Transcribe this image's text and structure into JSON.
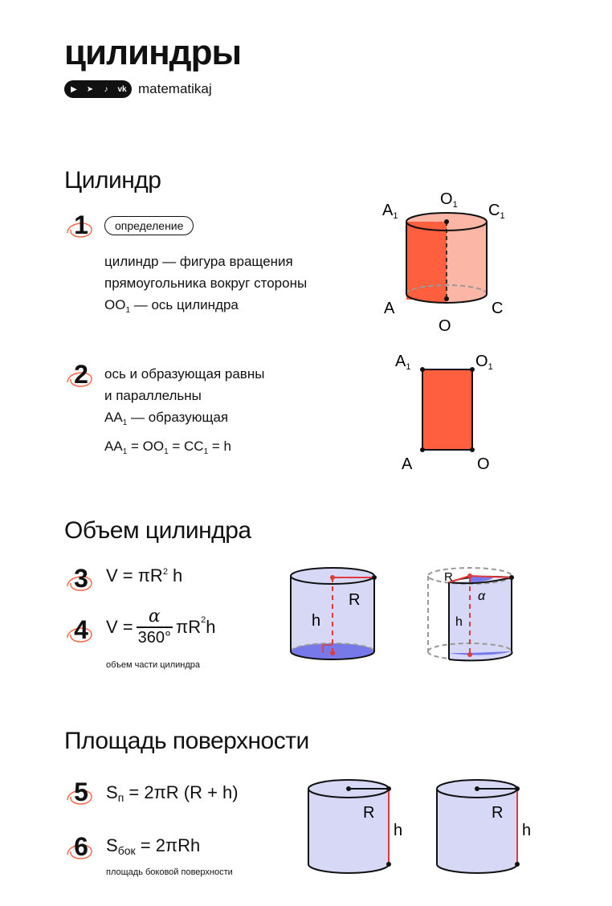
{
  "header": {
    "title": "цилиндры",
    "handle": "matematikaj",
    "social_icons": [
      "youtube-icon",
      "telegram-icon",
      "tiktok-icon",
      "vk-icon"
    ]
  },
  "colors": {
    "accent": "#fe5f3f",
    "accent_light": "#fcb6a6",
    "cylinder_fill": "#d7d8f6",
    "base_fill": "#7778ea",
    "line_red": "#e03a3a"
  },
  "section1": {
    "title": "Цилиндр",
    "item1": {
      "num": "1",
      "tag": "определение",
      "line1": "цилиндр — фигура вращения",
      "line2": "прямоугольника вокруг стороны",
      "line3_a": "OO",
      "line3_sub": "1",
      "line3_b": " — ось цилиндра"
    },
    "item2": {
      "num": "2",
      "line1": "ось и образующая равны",
      "line2": "и параллельны",
      "line3_a": "AA",
      "line3_sub": "1",
      "line3_b": " — образующая",
      "eq": {
        "a": "AA",
        "a_sub": "1",
        "b": " = OO",
        "b_sub": "1",
        "c": " = CC",
        "c_sub": "1",
        "d": " = h"
      }
    },
    "fig1": {
      "A1": "A",
      "O1": "O",
      "C1": "C",
      "A": "A",
      "O": "O",
      "C": "C",
      "sub": "1"
    },
    "fig2": {
      "A1": "A",
      "O1": "O",
      "A": "A",
      "O": "O",
      "sub": "1"
    }
  },
  "section2": {
    "title": "Объем цилиндра",
    "item3": {
      "num": "3",
      "a": "V = πR",
      "sup": "2",
      "b": " h"
    },
    "item4": {
      "num": "4",
      "a": "V = ",
      "frac_num": "α",
      "frac_den": "360°",
      "b": "πR",
      "sup": "2",
      "c": " h",
      "note": "объем части цилиндра"
    },
    "fig3": {
      "R": "R",
      "h": "h"
    },
    "fig4": {
      "R": "R",
      "h": "h",
      "alpha": "α"
    }
  },
  "section3": {
    "title": "Площадь поверхности",
    "item5": {
      "num": "5",
      "a": "S",
      "sub": "п",
      "b": " = 2πR (R + h)"
    },
    "item6": {
      "num": "6",
      "a": "S",
      "sub": "бок",
      "b": " = 2πRh",
      "note": "площадь боковой поверхности"
    },
    "fig5": {
      "R": "R",
      "h": "h"
    },
    "fig6": {
      "R": "R",
      "h": "h"
    }
  }
}
